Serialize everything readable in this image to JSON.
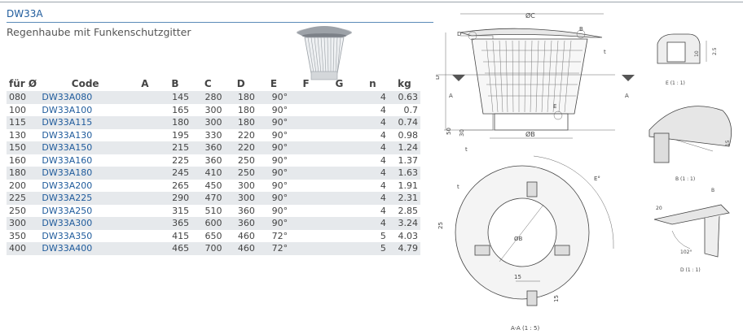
{
  "header": {
    "title": "DW33A",
    "subtitle": "Regenhaube mit Funkenschutzgitter"
  },
  "table": {
    "columns": [
      "für Ø",
      "Code",
      "A",
      "B",
      "C",
      "D",
      "E",
      "F",
      "G",
      "n",
      "kg"
    ],
    "rows": [
      [
        "080",
        "DW33A080",
        "",
        "145",
        "280",
        "180",
        "90°",
        "",
        "",
        "4",
        "0.63"
      ],
      [
        "100",
        "DW33A100",
        "",
        "165",
        "300",
        "180",
        "90°",
        "",
        "",
        "4",
        "0.7"
      ],
      [
        "115",
        "DW33A115",
        "",
        "180",
        "300",
        "180",
        "90°",
        "",
        "",
        "4",
        "0.74"
      ],
      [
        "130",
        "DW33A130",
        "",
        "195",
        "330",
        "220",
        "90°",
        "",
        "",
        "4",
        "0.98"
      ],
      [
        "150",
        "DW33A150",
        "",
        "215",
        "360",
        "220",
        "90°",
        "",
        "",
        "4",
        "1.24"
      ],
      [
        "160",
        "DW33A160",
        "",
        "225",
        "360",
        "250",
        "90°",
        "",
        "",
        "4",
        "1.37"
      ],
      [
        "180",
        "DW33A180",
        "",
        "245",
        "410",
        "250",
        "90°",
        "",
        "",
        "4",
        "1.63"
      ],
      [
        "200",
        "DW33A200",
        "",
        "265",
        "450",
        "300",
        "90°",
        "",
        "",
        "4",
        "1.91"
      ],
      [
        "225",
        "DW33A225",
        "",
        "290",
        "470",
        "300",
        "90°",
        "",
        "",
        "4",
        "2.31"
      ],
      [
        "250",
        "DW33A250",
        "",
        "315",
        "510",
        "360",
        "90°",
        "",
        "",
        "4",
        "2.85"
      ],
      [
        "300",
        "DW33A300",
        "",
        "365",
        "600",
        "360",
        "90°",
        "",
        "",
        "4",
        "3.24"
      ],
      [
        "350",
        "DW33A350",
        "",
        "415",
        "650",
        "460",
        "72°",
        "",
        "",
        "5",
        "4.03"
      ],
      [
        "400",
        "DW33A400",
        "",
        "465",
        "700",
        "460",
        "72°",
        "",
        "",
        "5",
        "4.79"
      ]
    ]
  },
  "drawing": {
    "labels": {
      "dim_c": "ØC",
      "dim_b": "ØB",
      "dim_b_plan": "ØB",
      "d": "D",
      "b": "B",
      "t_top": "t",
      "t_bottom": "t",
      "t_plan": "t",
      "e_label": "E",
      "e_angle": "E°",
      "a_left": "A",
      "a_right": "A",
      "dim_50": "50",
      "dim_30": "30",
      "dim_25": "25",
      "dim_15a": "15",
      "dim_15b": "15",
      "detail_e": "E (1 : 1)",
      "detail_e_10": "10",
      "detail_e_25": "2.5",
      "detail_b": "B (1 : 1)",
      "detail_b_15": "15",
      "detail_d": "D (1 : 1)",
      "detail_d_20": "20",
      "detail_d_b": "B",
      "detail_d_102": "102°",
      "section": "A-A (1 : 5)"
    }
  }
}
